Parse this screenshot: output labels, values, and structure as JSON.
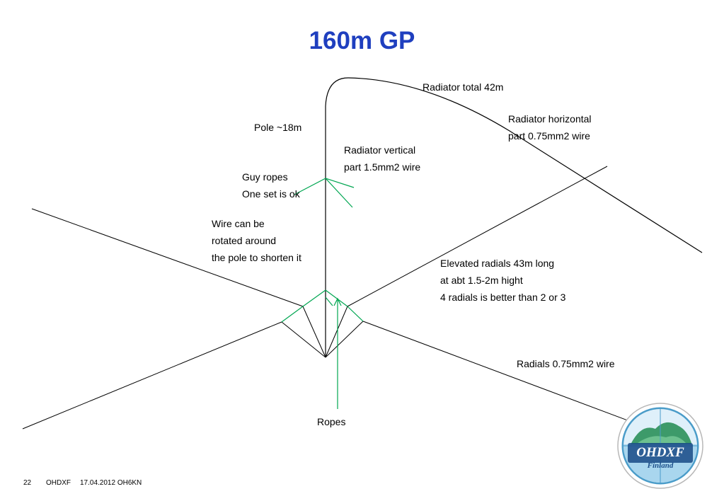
{
  "title": "160m GP",
  "labels": {
    "radiator_total": "Radiator total 42m",
    "radiator_horizontal": [
      "Radiator horizontal",
      "part 0.75mm2 wire"
    ],
    "pole": "Pole ~18m",
    "radiator_vertical": [
      "Radiator vertical",
      "part 1.5mm2 wire"
    ],
    "guy_ropes": [
      "Guy ropes",
      "One set is ok"
    ],
    "wire_rotated": [
      "Wire can be",
      "rotated around",
      "the pole to shorten it"
    ],
    "elevated_radials": [
      "Elevated radials 43m long",
      "at abt 1.5-2m hight",
      "4 radials is better than 2 or 3"
    ],
    "radials_wire": "Radials 0.75mm2 wire",
    "ropes": "Ropes"
  },
  "footer": {
    "page_number": "22",
    "org": "OHDXF",
    "date_author": "17.04.2012 OH6KN"
  },
  "logo": {
    "text_main": "OHDXF",
    "text_sub": "Finland"
  },
  "colors": {
    "title": "#1f3fbf",
    "wire": "#000000",
    "rope": "#00a651",
    "logo_ring": "#4a9cc9",
    "logo_island": "#3d9a6a"
  }
}
